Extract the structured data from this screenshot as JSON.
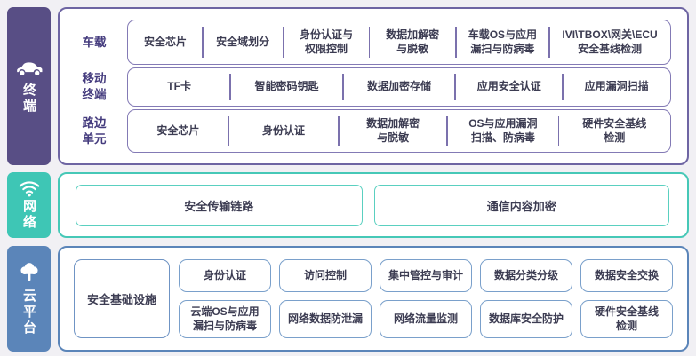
{
  "palette": {
    "terminal": "#584e85",
    "network": "#3ec6b5",
    "cloud": "#5b85b9"
  },
  "terminal": {
    "sidebar_label": "终端",
    "rows": [
      {
        "label": "车载",
        "cells": [
          "安全芯片",
          "安全域划分",
          "身份认证与\n权限控制",
          "数据加解密\n与脱敏",
          "车载OS与应用\n漏扫与防病毒",
          "IVI\\TBOX\\网关\\ECU\n安全基线检测"
        ]
      },
      {
        "label": "移动\n终端",
        "cells": [
          "TF卡",
          "智能密码钥匙",
          "数据加密存储",
          "应用安全认证",
          "应用漏洞扫描"
        ]
      },
      {
        "label": "路边\n单元",
        "cells": [
          "安全芯片",
          "身份认证",
          "数据加解密\n与脱敏",
          "OS与应用漏洞\n扫描、防病毒",
          "硬件安全基线\n检测"
        ]
      }
    ]
  },
  "network": {
    "sidebar_label": "网络",
    "items": [
      "安全传输链路",
      "通信内容加密"
    ]
  },
  "cloud": {
    "sidebar_label": "云平台",
    "infra_label": "安全基础设施",
    "row1": [
      "身份认证",
      "访问控制",
      "集中管控与审计",
      "数据分类分级",
      "数据安全交换"
    ],
    "row2": [
      "云端OS与应用\n漏扫与防病毒",
      "网络数据防泄漏",
      "网络流量监测",
      "数据库安全防护",
      "硬件安全基线\n检测"
    ]
  }
}
